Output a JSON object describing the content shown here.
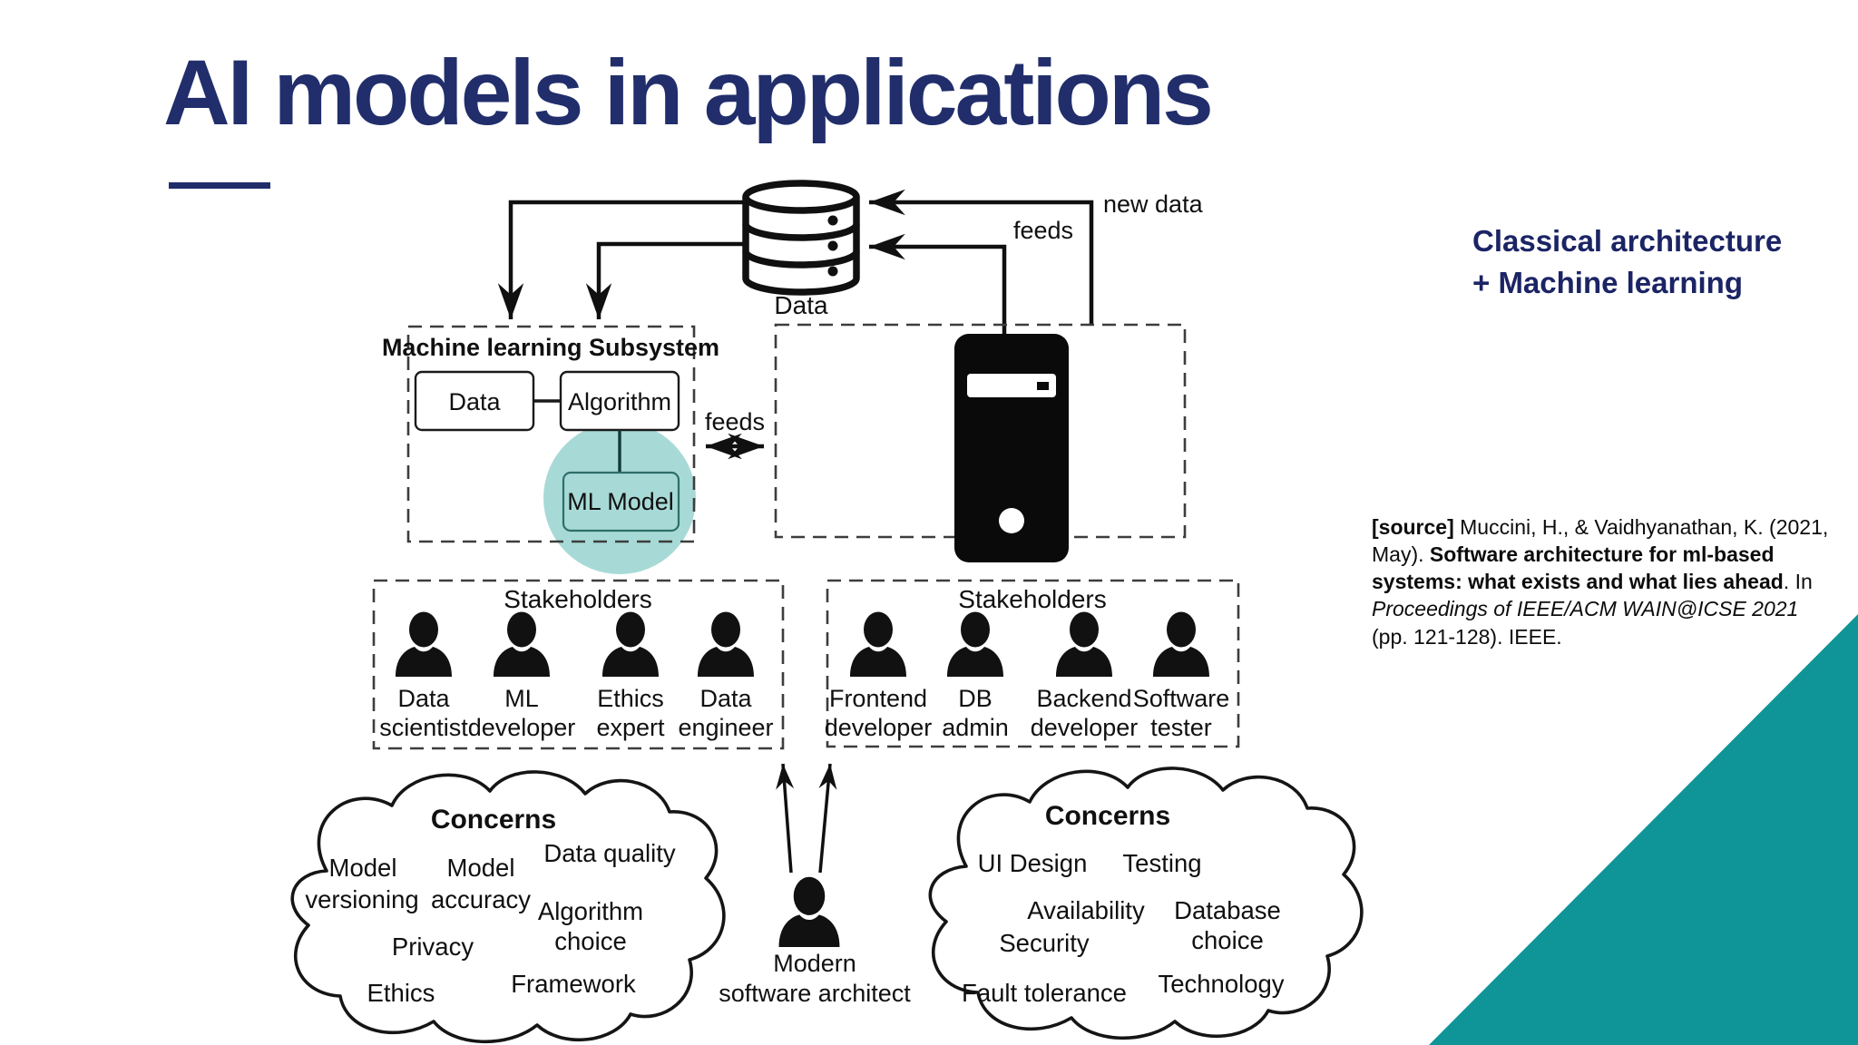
{
  "slide": {
    "title": "AI models in applications",
    "right_heading_line1": "Classical architecture",
    "right_heading_line2": "+ Machine learning",
    "citation": {
      "prefix_bold": "[source]",
      "authors": " Muccini, H., & Vaidhyanathan, K. (2021, May). ",
      "title_bold": "Software architecture for ml-based systems: what exists and what lies ahead",
      "middle": ". In ",
      "venue_italic": "Proceedings of IEEE/ACM WAIN@ICSE 2021",
      "suffix": " (pp. 121-128). IEEE."
    },
    "colors": {
      "accent_navy": "#212e6b",
      "teal": "#0f9598",
      "ml_highlight": "#a7dad6",
      "ink": "#101010"
    }
  },
  "diagram": {
    "database": {
      "label": "Data"
    },
    "arrows": {
      "new_data": "new data",
      "feeds_top": "feeds",
      "feeds_mid": "feeds"
    },
    "ml_subsystem": {
      "title": "Machine learning Subsystem",
      "boxes": {
        "data": "Data",
        "algorithm": "Algorithm",
        "ml_model": "ML Model"
      }
    },
    "stakeholders_left": {
      "title": "Stakeholders",
      "people": [
        [
          "Data",
          "scientist"
        ],
        [
          "ML",
          "developer"
        ],
        [
          "Ethics",
          "expert"
        ],
        [
          "Data",
          "engineer"
        ]
      ]
    },
    "stakeholders_right": {
      "title": "Stakeholders",
      "people": [
        [
          "Frontend",
          "developer"
        ],
        [
          "DB",
          "admin"
        ],
        [
          "Backend",
          "developer"
        ],
        [
          "Software",
          "tester"
        ]
      ]
    },
    "architect": {
      "lines": [
        "Modern",
        "software architect"
      ]
    },
    "concerns_left": {
      "title": "Concerns",
      "items": [
        [
          "Model",
          "versioning"
        ],
        [
          "Model",
          "accuracy"
        ],
        [
          "Data quality"
        ],
        [
          "Algorithm",
          "choice"
        ],
        [
          "Privacy"
        ],
        [
          "Ethics"
        ],
        [
          "Framework"
        ]
      ]
    },
    "concerns_right": {
      "title": "Concerns",
      "items": [
        [
          "UI Design"
        ],
        [
          "Testing"
        ],
        [
          "Availability"
        ],
        [
          "Database",
          "choice"
        ],
        [
          "Security"
        ],
        [
          "Fault tolerance"
        ],
        [
          "Technology"
        ]
      ]
    }
  }
}
